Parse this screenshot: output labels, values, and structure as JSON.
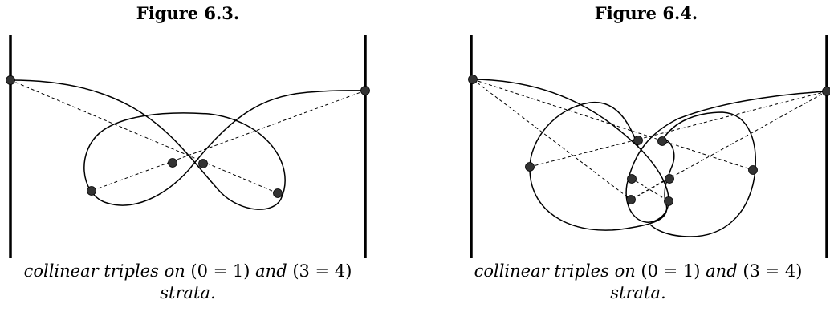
{
  "figures": [
    {
      "title": "Figure 6.3.",
      "caption": {
        "pre": "collinear triples on ",
        "math1": "(0 = 1)",
        "mid": " and ",
        "math2": "(3 = 4)",
        "post": "strata."
      }
    },
    {
      "title": "Figure 6.4.",
      "caption": {
        "pre": "collinear triples on ",
        "math1": "(0 = 1)",
        "mid": " and ",
        "math2": "(3 = 4)",
        "post": "strata."
      }
    }
  ],
  "colors": {
    "line": "#000000",
    "dot": "#333333"
  }
}
